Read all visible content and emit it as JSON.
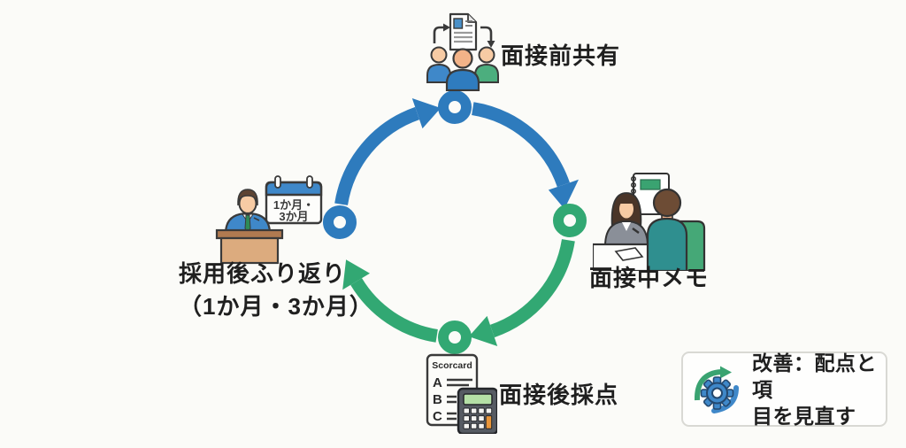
{
  "steps": {
    "top": {
      "label": "面接前共有",
      "icon": "team-document-share-icon"
    },
    "right": {
      "label": "面接中メモ",
      "icon": "interview-notes-icon"
    },
    "bottom": {
      "label": "面接後採点",
      "icon": "scorecard-calculator-icon"
    },
    "left": {
      "line1": "採用後ふり返り",
      "line2": "（1か月・3か月）",
      "icon": "manager-calendar-icon"
    }
  },
  "left_icon": {
    "calendar_line1": "1か月・",
    "calendar_line2": "3か月"
  },
  "bottom_icon": {
    "sheet_title": "Scorcard",
    "row_labels": [
      "A",
      "B",
      "C"
    ]
  },
  "legend": {
    "line1": "改善：配点と項",
    "line2": "目を見直す"
  },
  "colors": {
    "blue": "#2e7bbd",
    "green": "#32a873",
    "background": "#fbfbf8",
    "text": "#1f1f1f"
  }
}
